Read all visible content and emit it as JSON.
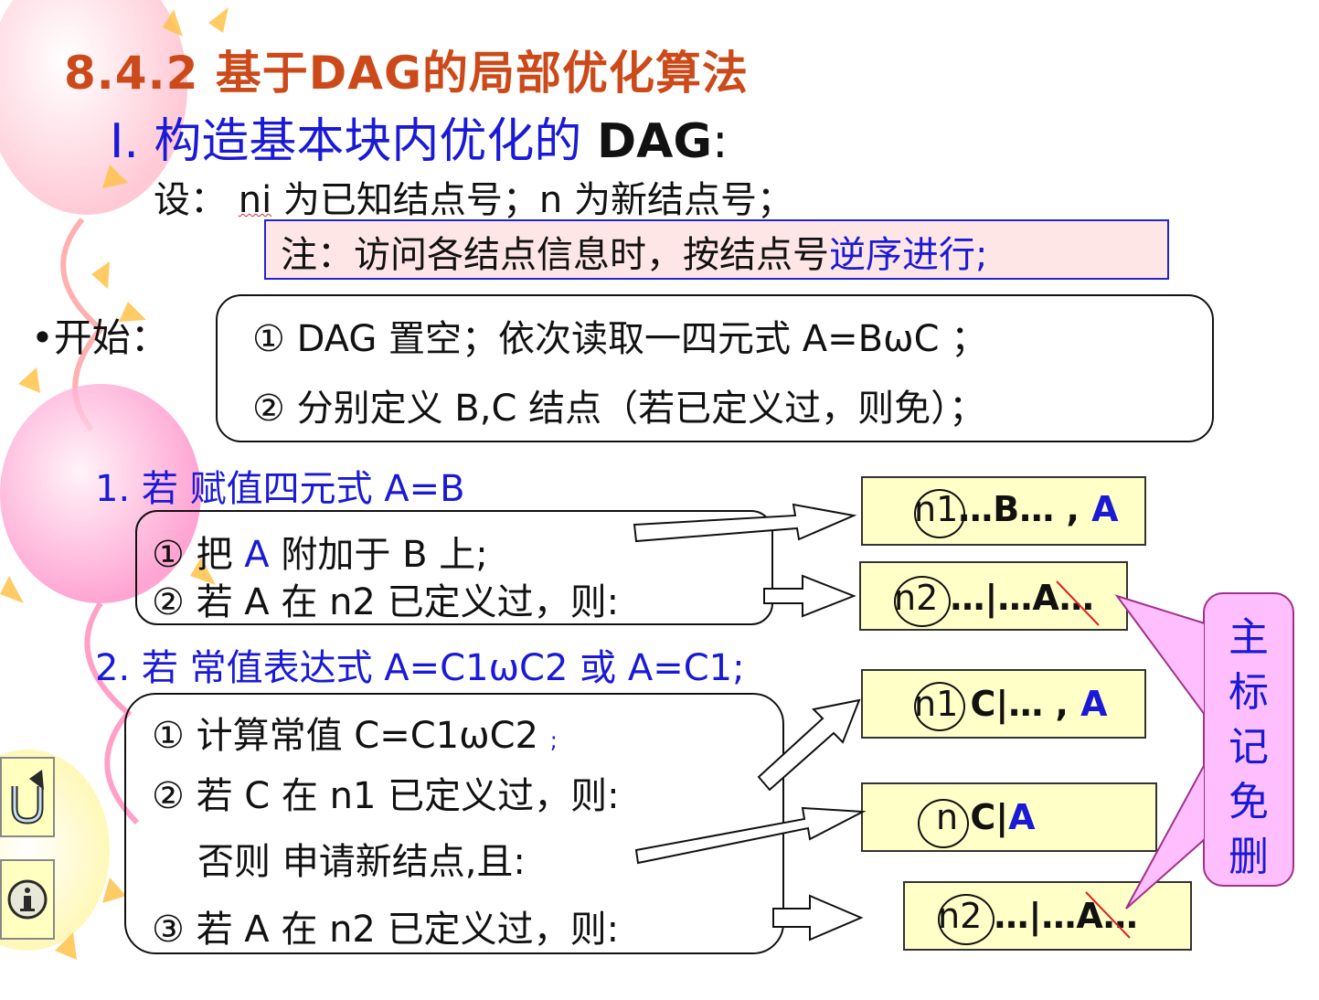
{
  "title": "8.4.2  基于DAG的局部优化算法",
  "subtitle": {
    "prefix": "Ⅰ. 构造基本块内优化的 ",
    "dag": "DAG",
    "suffix": ":"
  },
  "let_line": {
    "lead": "设：  ",
    "ni": "ni",
    "rest": " 为已知结点号；n 为新结点号；"
  },
  "note": {
    "plain": "注：访问各结点信息时，按结点号",
    "blue": "逆序进行;"
  },
  "start": {
    "label": "•开始：",
    "step1": "① DAG 置空；依次读取一四元式 A=BωC ；",
    "step2": "② 分别定义 B,C 结点（若已定义过，则免）；"
  },
  "case1": {
    "heading": "1. 若 赋值四元式 A=B",
    "s1_a": "① 把 ",
    "s1_b": "A",
    "s1_c": " 附加于 B 上;",
    "s2": "② 若 A 在 n2 已定义过，则:"
  },
  "case2": {
    "heading": "2. 若 常值表达式 A=C1ωC2 或 A=C1;",
    "s1": "① 计算常值 C=C1ωC2 ",
    "s1_tail": ";",
    "s2": "② 若 C 在 n1 已定义过，则:",
    "s3": "否则 申请新结点,且:",
    "s4": "③ 若 A 在 n2 已定义过，则:"
  },
  "boxes": {
    "b1": {
      "node": "n1",
      "text": "…B… , ",
      "blue": "A"
    },
    "b2": {
      "node": "n2",
      "text": " …|…A…"
    },
    "b3": {
      "node": "n1",
      "text": " C|… , ",
      "blue": "A"
    },
    "b4": {
      "node": "n",
      "text": " C|",
      "blue": "A"
    },
    "b5": {
      "node": "n2",
      "text": " …|…A…"
    }
  },
  "callout": [
    "主",
    "标",
    "记",
    "免",
    "删"
  ],
  "icons": {
    "back": "back-arrow-icon",
    "info": "info-icon"
  },
  "colors": {
    "title": "#cc4a1a",
    "blue": "#1a1ad6",
    "note_bg": "#ffe6e6",
    "box_bg": "#ffffc8",
    "callout_bg": "#ffbfff"
  }
}
